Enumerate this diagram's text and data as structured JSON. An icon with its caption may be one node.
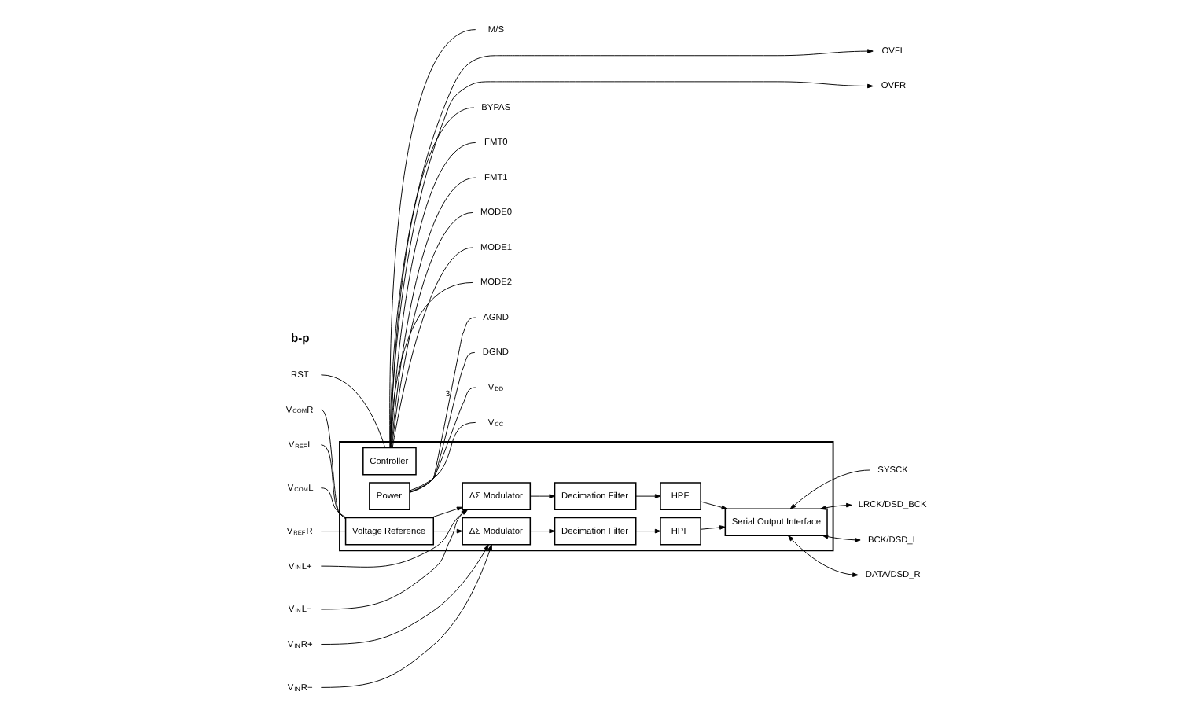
{
  "diagram": {
    "nodes": [
      {
        "text": [],
        "shape": "box"
      },
      {
        "text": [
          "ΔΣ Modulator"
        ],
        "in": 0
      },
      {
        "text": [
          "Decimation Filter"
        ],
        "in": 0
      },
      {
        "text": [
          "HPF"
        ],
        "in": 0
      },
      {
        "text": [
          "Serial Output Interface"
        ],
        "in": 0
      },
      {
        "text": [
          "Voltage Reference"
        ],
        "in": 0
      },
      {
        "text": [
          "ΔΣ Modulator"
        ],
        "in": 0
      },
      {
        "text": [
          "Decimation Filter"
        ],
        "in": 0
      },
      {
        "text": [
          "HPF"
        ],
        "in": 0
      },
      {
        "text": [
          "Power"
        ],
        "in": 0
      },
      {
        "text": [
          "Controller"
        ],
        "in": 0
      },
      {
        "text": [
          "V$_{IN}$L+"
        ]
      },
      {
        "text": [
          "V$_{IN}$L−"
        ]
      },
      {
        "text": [
          "V$_{REF}$L"
        ]
      },
      {
        "text": [
          "V$_{COM}$L"
        ]
      },
      {
        "text": [
          "V$_{REF}$R"
        ]
      },
      {
        "text": [
          "V$_{COM}$R"
        ]
      },
      {
        "text": [
          "V$_{IN}$R+"
        ]
      },
      {
        "text": [
          "V$_{IN}$R−"
        ]
      },
      {
        "text": [
          "SYSCK"
        ]
      },
      {
        "text": [
          "LRCK/DSD_BCK"
        ]
      },
      {
        "text": [
          "BCK/DSD_L"
        ]
      },
      {
        "text": [
          "DATA/DSD_R"
        ]
      },
      {
        "text": [
          "OVFL"
        ]
      },
      {
        "text": [
          "OVFR"
        ]
      },
      {
        "text": [
          "V$_{CC}$"
        ]
      },
      {
        "text": [
          "AGND"
        ]
      },
      {
        "text": [
          "DGND"
        ]
      },
      {
        "text": [
          "V$_{DD}$"
        ]
      },
      {
        "text": [
          "RST"
        ]
      },
      {
        "text": [
          "BYPAS"
        ]
      },
      {
        "text": [
          "FMT0"
        ]
      },
      {
        "text": [
          "FMT1"
        ]
      },
      {
        "text": [
          "MODE0"
        ]
      },
      {
        "text": [
          "MODE1"
        ]
      },
      {
        "text": [
          "MODE2"
        ]
      },
      {
        "text": [
          "M/S"
        ]
      }
    ],
    "edges": [
      {
        "from": 11,
        "to": 1,
        "arrow": "to"
      },
      {
        "from": 12,
        "to": 1,
        "arrow": "to"
      },
      {
        "from": 13,
        "to": 5,
        "arrow": "none"
      },
      {
        "from": 14,
        "to": 5,
        "arrow": "none"
      },
      {
        "from": 15,
        "to": 5,
        "arrow": "none"
      },
      {
        "from": 16,
        "to": 5,
        "arrow": "none"
      },
      {
        "from": 5,
        "to": 1,
        "arrow": "to"
      },
      {
        "from": 5,
        "to": 6,
        "arrow": "to"
      },
      {
        "from": 17,
        "to": 6,
        "arrow": "to"
      },
      {
        "from": 18,
        "to": 6,
        "arrow": "to"
      },
      {
        "from": 1,
        "to": 2,
        "arrow": "to"
      },
      {
        "from": 2,
        "to": 3,
        "arrow": "to"
      },
      {
        "from": 3,
        "to": 4,
        "arrow": "to"
      },
      {
        "from": 6,
        "to": 7,
        "arrow": "to"
      },
      {
        "from": 7,
        "to": 8,
        "arrow": "to"
      },
      {
        "from": 8,
        "to": 4,
        "arrow": "to"
      },
      {
        "from": 19,
        "to": 4,
        "arrow": "to"
      },
      {
        "from": 4,
        "to": 20,
        "arrow": "both"
      },
      {
        "from": 4,
        "to": 21,
        "arrow": "both"
      },
      {
        "from": 4,
        "to": 22,
        "arrow": "both"
      },
      {
        "from": 10,
        "to": 23,
        "arrow": "to"
      },
      {
        "from": 10,
        "to": 24,
        "arrow": "to"
      },
      {
        "from": 9,
        "to": 25,
        "arrow": "none"
      },
      {
        "from": 9,
        "to": 26,
        "arrow": "none",
        "label": "3"
      },
      {
        "from": 9,
        "to": 27,
        "arrow": "none"
      },
      {
        "from": 9,
        "to": 28,
        "arrow": "none"
      },
      {
        "from": 29,
        "to": 10,
        "arrow": "none"
      },
      {
        "from": 10,
        "to": 30,
        "arrow": "none"
      },
      {
        "from": 10,
        "to": 31,
        "arrow": "none"
      },
      {
        "from": 10,
        "to": 32,
        "arrow": "none"
      },
      {
        "from": 10,
        "to": 33,
        "arrow": "none"
      },
      {
        "from": 10,
        "to": 34,
        "arrow": "none"
      },
      {
        "from": 10,
        "to": 35,
        "arrow": "none"
      },
      {
        "from": 10,
        "to": 36,
        "arrow": "none"
      }
    ],
    "labels": [
      "b-p"
    ]
  }
}
